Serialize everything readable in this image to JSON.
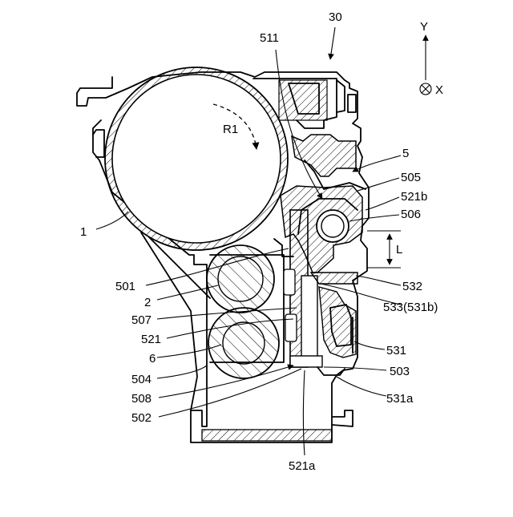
{
  "axes": {
    "y_label": "Y",
    "x_label": "X"
  },
  "labels": {
    "fig_ref": "30",
    "l511": "511",
    "r1": "R1",
    "l5": "5",
    "l505": "505",
    "l521b": "521b",
    "l506": "506",
    "l1": "1",
    "dim_L": "L",
    "l501": "501",
    "l532": "532",
    "l2": "2",
    "l533": "533(531b)",
    "l507": "507",
    "l521": "521",
    "l531": "531",
    "l6": "6",
    "l503": "503",
    "l504": "504",
    "l508": "508",
    "l531a": "531a",
    "l502": "502",
    "l521a": "521a"
  }
}
